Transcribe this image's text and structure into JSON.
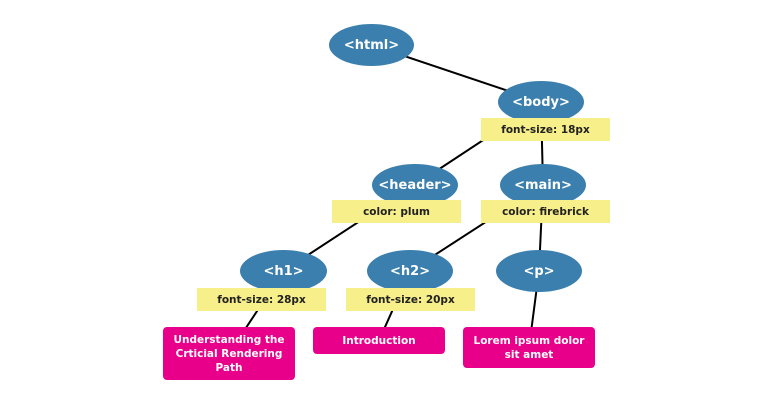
{
  "colors": {
    "node_fill": "#3a7fad",
    "node_text": "#ffffff",
    "style_label_fill": "#f7ef8a",
    "content_fill": "#e8008a",
    "edge": "#000000"
  },
  "nodes": {
    "html": "<html>",
    "body": "<body>",
    "header": "<header>",
    "main": "<main>",
    "h1": "<h1>",
    "h2": "<h2>",
    "p": "<p>"
  },
  "styles": {
    "body": "font-size: 18px",
    "header": "color: plum",
    "main": "color: firebrick",
    "h1": "font-size: 28px",
    "h2": "font-size: 20px"
  },
  "content": {
    "h1": "Understanding the Crticial Rendering Path",
    "h2": "Introduction",
    "p": "Lorem ipsum dolor sit amet"
  },
  "edges": [
    {
      "from": "html",
      "to": "body"
    },
    {
      "from": "body",
      "to": "header"
    },
    {
      "from": "body",
      "to": "main"
    },
    {
      "from": "header",
      "to": "h1"
    },
    {
      "from": "main",
      "to": "h2"
    },
    {
      "from": "main",
      "to": "p"
    },
    {
      "from": "h1",
      "to": "content-h1"
    },
    {
      "from": "h2",
      "to": "content-h2"
    },
    {
      "from": "p",
      "to": "content-p"
    }
  ]
}
